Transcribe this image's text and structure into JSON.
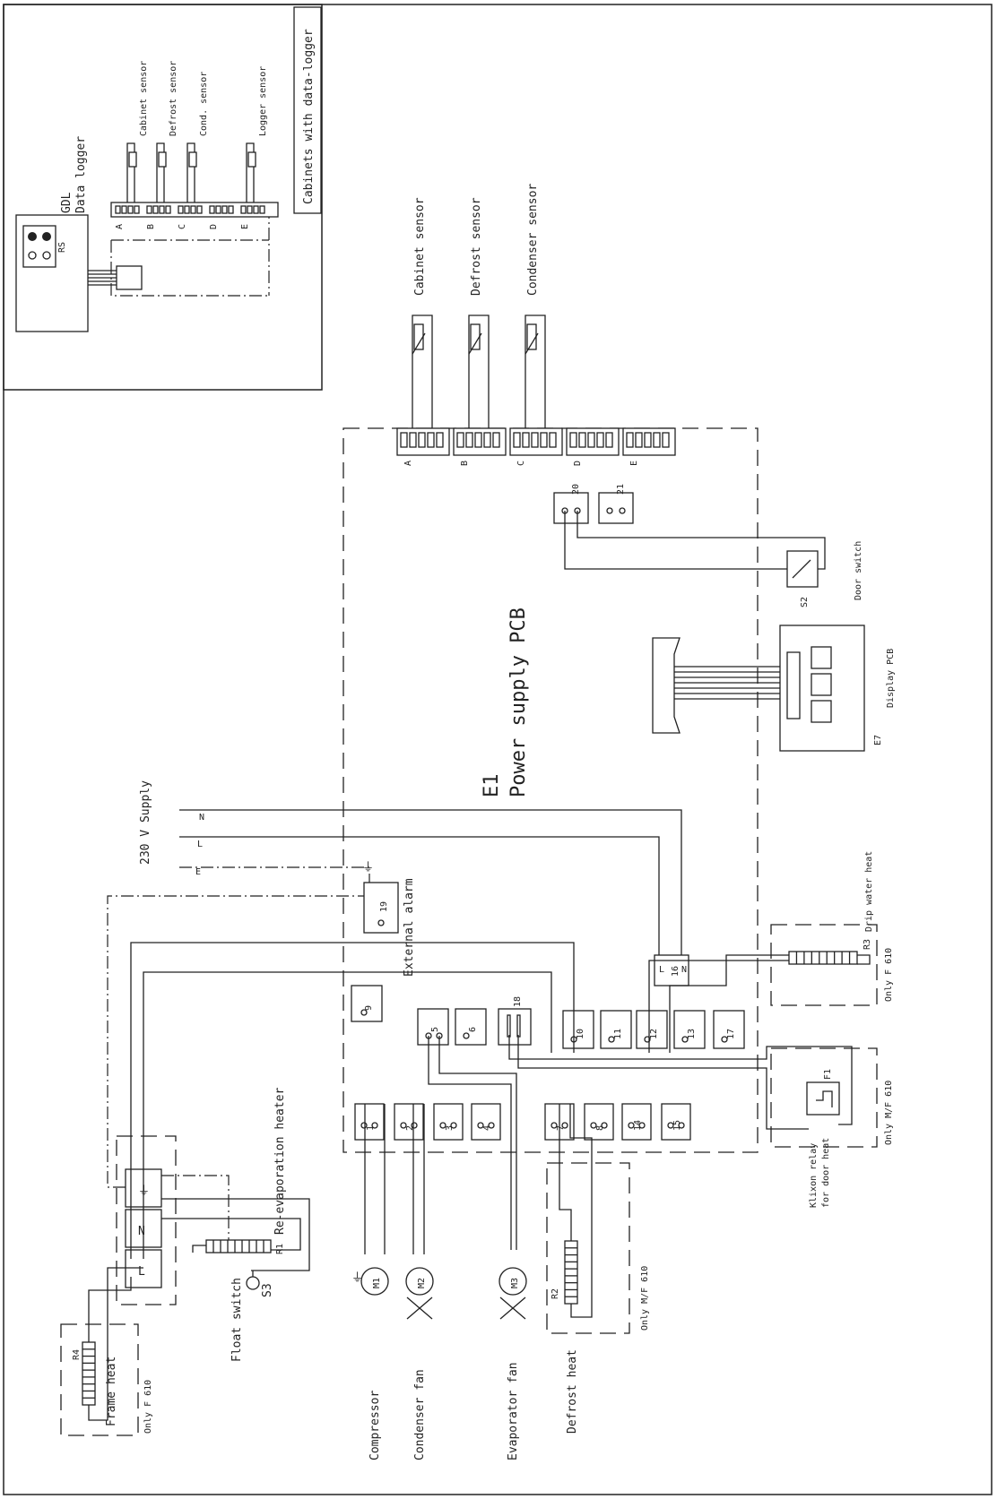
{
  "datalogger_section": {
    "title": "Cabinets with data-logger",
    "module_id": "GDL",
    "module_name": "Data logger",
    "port_label": "RS",
    "sensors": [
      "Cabinet sensor",
      "Defrost sensor",
      "Cond. sensor",
      "Logger sensor"
    ],
    "connectors": [
      "A",
      "B",
      "C",
      "D",
      "E"
    ]
  },
  "power_pcb": {
    "id": "E1",
    "name": "Power supply PCB",
    "connectors": [
      "A",
      "B",
      "C",
      "D",
      "E"
    ],
    "sensors": [
      "Cabinet sensor",
      "Defrost sensor",
      "Condenser sensor"
    ],
    "terminals_top": [
      "20",
      "21"
    ],
    "terminals_row1": [
      "1",
      "2",
      "3",
      "4"
    ],
    "terminals_row2": [
      "7",
      "8",
      "14",
      "15"
    ],
    "terminals_mid": [
      "5",
      "6"
    ],
    "terminal_9": "9",
    "terminal_18": "18",
    "terminals_right": [
      "10",
      "11",
      "12",
      "13",
      "17"
    ],
    "terminal_16": "16",
    "terminal_16_pins": [
      "L",
      "N"
    ],
    "terminal_19": "19"
  },
  "supply": {
    "label": "230 V Supply",
    "lines": [
      "N",
      "L",
      "E"
    ]
  },
  "door_switch": {
    "id": "S2",
    "label": "Door switch"
  },
  "display": {
    "id": "E7",
    "label": "Display PCB"
  },
  "external_alarm": "External alarm",
  "drip_heat": {
    "id": "R3",
    "label": "Drip water heat",
    "note": "Only F 610"
  },
  "klixon": {
    "id": "F1",
    "label": "Klixon relay",
    "label2": "for door heat",
    "note": "Only M/F 610"
  },
  "motors": [
    {
      "id": "M1",
      "label": "Compressor"
    },
    {
      "id": "M2",
      "label": "Condenser fan"
    },
    {
      "id": "M3",
      "label": "Evaporator fan"
    }
  ],
  "defrost_heat": {
    "id": "R2",
    "label": "Defrost heat",
    "note": "Only M/F 610"
  },
  "terminal_block": [
    "L",
    "N",
    "⏚"
  ],
  "re_evap": {
    "id": "R1",
    "label": "Re-evaporation heater"
  },
  "float_switch": {
    "id": "S3",
    "label": "Float switch"
  },
  "frame_heat": {
    "id": "R4",
    "label": "Frame heat",
    "note": "Only F 610"
  }
}
